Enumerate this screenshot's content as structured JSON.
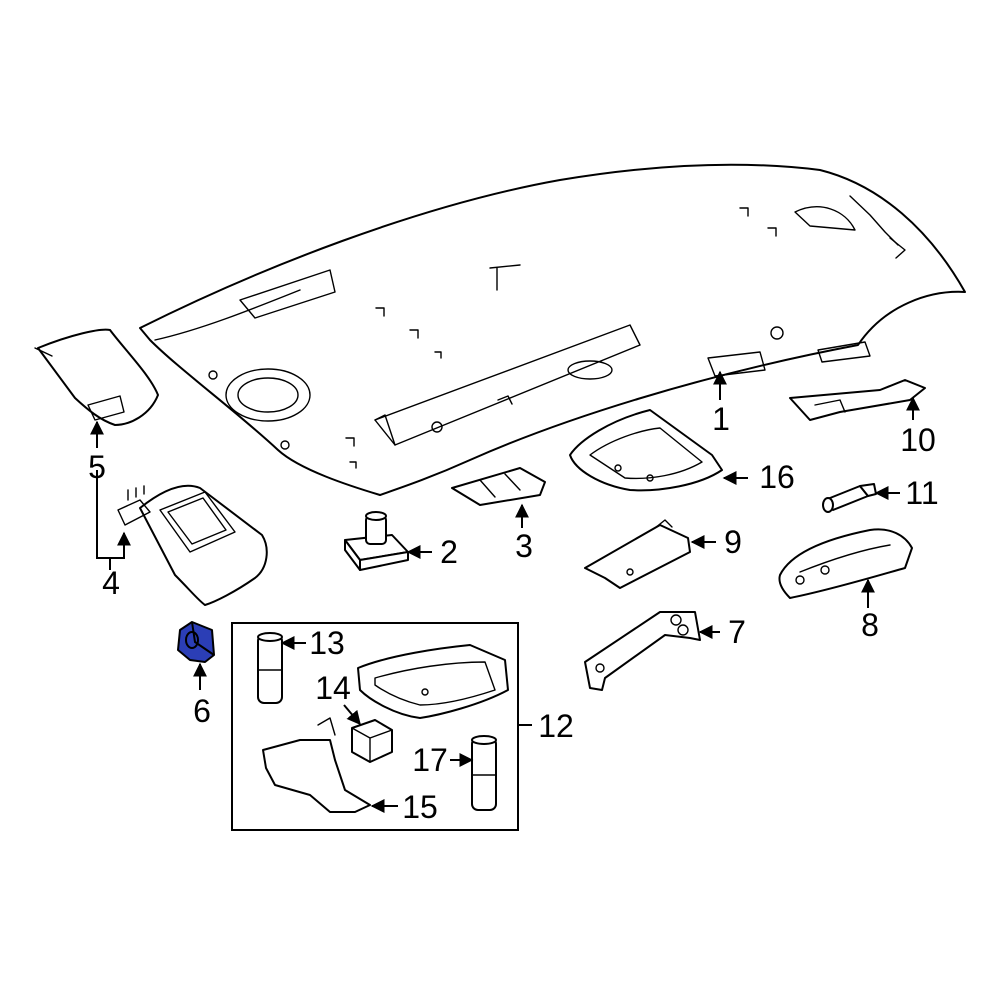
{
  "diagram": {
    "highlight_color": "#2b3eb6",
    "line_color": "#000000",
    "background": "#ffffff",
    "callouts": [
      {
        "id": "1",
        "label": "1"
      },
      {
        "id": "2",
        "label": "2"
      },
      {
        "id": "3",
        "label": "3"
      },
      {
        "id": "4",
        "label": "4"
      },
      {
        "id": "5",
        "label": "5"
      },
      {
        "id": "6",
        "label": "6"
      },
      {
        "id": "7",
        "label": "7"
      },
      {
        "id": "8",
        "label": "8"
      },
      {
        "id": "9",
        "label": "9"
      },
      {
        "id": "10",
        "label": "10"
      },
      {
        "id": "11",
        "label": "11"
      },
      {
        "id": "12",
        "label": "12"
      },
      {
        "id": "13",
        "label": "13"
      },
      {
        "id": "14",
        "label": "14"
      },
      {
        "id": "15",
        "label": "15"
      },
      {
        "id": "16",
        "label": "16"
      },
      {
        "id": "17",
        "label": "17"
      }
    ],
    "highlighted_part": "6"
  }
}
